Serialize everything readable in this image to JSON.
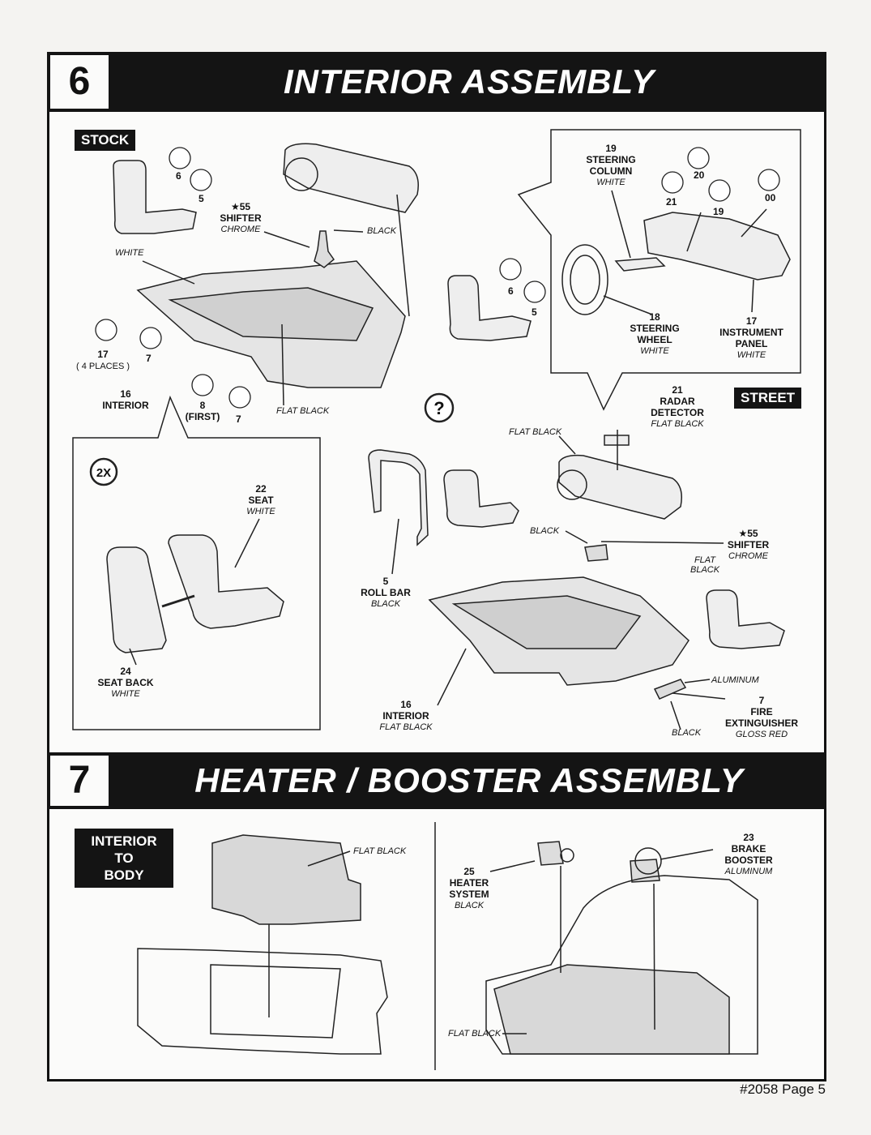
{
  "step6": {
    "number": "6",
    "title": "INTERIOR ASSEMBLY",
    "tag_stock": "STOCK",
    "tag_street": "STREET",
    "help": "?",
    "twox": "2X"
  },
  "stock": {
    "num6a": "6",
    "num5a": "5",
    "num6b": "6",
    "num5b": "5",
    "shifter": {
      "num": "★55",
      "name": "SHIFTER",
      "color": "CHROME"
    },
    "black": "BLACK",
    "white": "WHITE",
    "part17": {
      "num": "17",
      "note": "( 4 PLACES )"
    },
    "num7a": "7",
    "num7b": "7",
    "interior": {
      "num": "16",
      "name": "INTERIOR"
    },
    "part8": {
      "num": "8",
      "note": "(FIRST)"
    },
    "flat_black": "FLAT BLACK"
  },
  "inset": {
    "steering_column": {
      "num": "19",
      "name1": "STEERING",
      "name2": "COLUMN",
      "color": "WHITE"
    },
    "n21": "21",
    "n20": "20",
    "n19": "19",
    "n00": "00",
    "steering_wheel": {
      "num": "18",
      "name1": "STEERING",
      "name2": "WHEEL",
      "color": "WHITE"
    },
    "instrument_panel": {
      "num": "17",
      "name1": "INSTRUMENT",
      "name2": "PANEL",
      "color": "WHITE"
    }
  },
  "seat_box": {
    "seat": {
      "num": "22",
      "name": "SEAT",
      "color": "WHITE"
    },
    "seat_back": {
      "num": "24",
      "name": "SEAT BACK",
      "color": "WHITE"
    }
  },
  "street": {
    "radar": {
      "num": "21",
      "name1": "RADAR",
      "name2": "DETECTOR",
      "color": "FLAT BLACK"
    },
    "flat_black_top": "FLAT BLACK",
    "black": "BLACK",
    "shifter": {
      "num": "★55",
      "name": "SHIFTER",
      "color": "CHROME"
    },
    "flat_black_seat": {
      "l1": "FLAT",
      "l2": "BLACK"
    },
    "roll_bar": {
      "num": "5",
      "name": "ROLL BAR",
      "color": "BLACK"
    },
    "aluminum": "ALUMINUM",
    "fire_ext": {
      "num": "7",
      "name1": "FIRE",
      "name2": "EXTINGUISHER",
      "color": "GLOSS RED"
    },
    "black2": "BLACK",
    "interior": {
      "num": "16",
      "name": "INTERIOR",
      "color": "FLAT BLACK"
    }
  },
  "step7": {
    "number": "7",
    "title": "HEATER / BOOSTER ASSEMBLY",
    "tag1": "INTERIOR TO",
    "tag2": "BODY"
  },
  "step7_labels": {
    "flat_black_a": "FLAT BLACK",
    "heater": {
      "num": "25",
      "name1": "HEATER",
      "name2": "SYSTEM",
      "color": "BLACK"
    },
    "booster": {
      "num": "23",
      "name1": "BRAKE",
      "name2": "BOOSTER",
      "color": "ALUMINUM"
    },
    "flat_black_b": "FLAT BLACK"
  },
  "footer": "#2058 Page 5"
}
